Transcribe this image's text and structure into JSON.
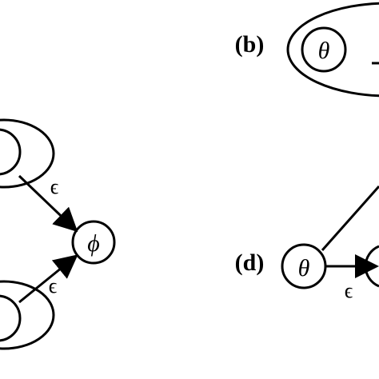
{
  "panels": [
    {
      "id": "b",
      "label": "(b)"
    },
    {
      "id": "d",
      "label": "(d)"
    }
  ],
  "nodes": {
    "phi": "ϕ",
    "theta_b": "θ",
    "theta_d": "θ"
  },
  "edges": {
    "epsilon_upper": "ϵ",
    "epsilon_lower": "ϵ",
    "epsilon_d": "ϵ"
  }
}
